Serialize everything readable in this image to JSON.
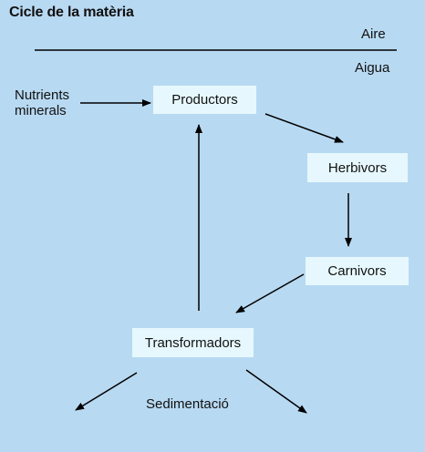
{
  "title": "Cicle de la matèria",
  "labels": {
    "air": "Aire",
    "water": "Aigua",
    "nutrients_line1": "Nutrients",
    "nutrients_line2": "minerals",
    "sedimentation": "Sedimentació"
  },
  "nodes": {
    "producers": "Productors",
    "herbivores": "Herbivors",
    "carnivores": "Carnivors",
    "transformers": "Transformadors"
  }
}
